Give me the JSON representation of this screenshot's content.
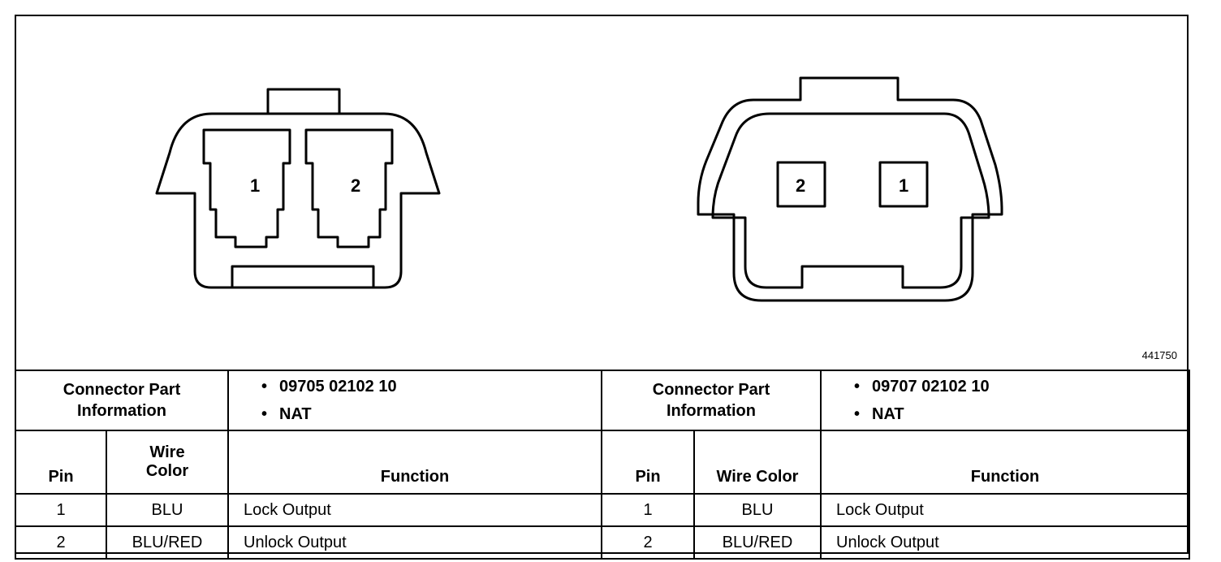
{
  "figure_id": "441750",
  "connectors": [
    {
      "name": "left-connector",
      "pin_labels": [
        "1",
        "2"
      ],
      "info_label_line1": "Connector Part",
      "info_label_line2": "Information",
      "part_numbers": [
        "09705 02102 10",
        "NAT"
      ],
      "headers": {
        "pin": "Pin",
        "wire_color_line1": "Wire",
        "wire_color_line2": "Color",
        "function": "Function"
      },
      "rows": [
        {
          "pin": "1",
          "wire_color": "BLU",
          "function": "Lock Output"
        },
        {
          "pin": "2",
          "wire_color": "BLU/RED",
          "function": "Unlock Output"
        }
      ]
    },
    {
      "name": "right-connector",
      "pin_labels": [
        "2",
        "1"
      ],
      "info_label_line1": "Connector Part",
      "info_label_line2": "Information",
      "part_numbers": [
        "09707 02102 10",
        "NAT"
      ],
      "headers": {
        "pin": "Pin",
        "wire_color": "Wire Color",
        "function": "Function"
      },
      "rows": [
        {
          "pin": "1",
          "wire_color": "BLU",
          "function": "Lock Output"
        },
        {
          "pin": "2",
          "wire_color": "BLU/RED",
          "function": "Unlock Output"
        }
      ]
    }
  ]
}
